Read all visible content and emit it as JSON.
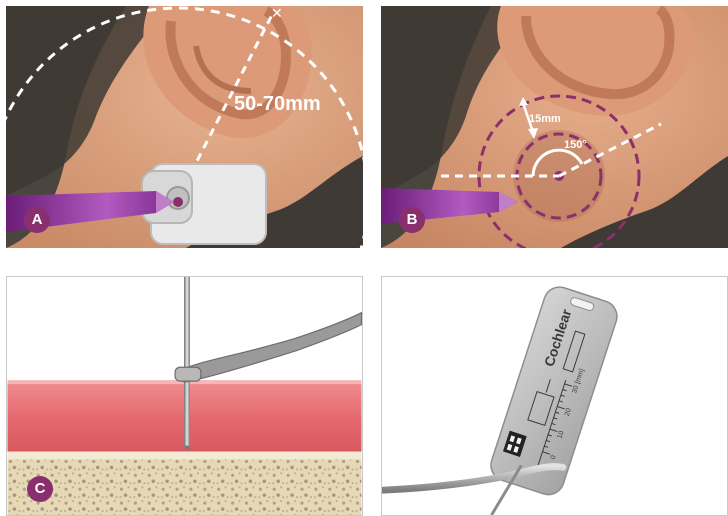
{
  "panels": [
    {
      "badge": "A",
      "measurement": "50-70mm"
    },
    {
      "badge": "B",
      "radius_label": "15mm",
      "angle_label": "150°"
    },
    {
      "badge": "C"
    },
    {
      "badge": "",
      "brand": "Cochlear",
      "scale_unit": "[mm]",
      "ticks": [
        "30",
        "20",
        "10",
        "0"
      ]
    }
  ],
  "colors": {
    "badge": "#8a2f6e",
    "dashed_guide": "#ffffff",
    "target_circle": "#8c2f6b",
    "tissue": "#e46a70",
    "bone": "#e8d9b6"
  }
}
